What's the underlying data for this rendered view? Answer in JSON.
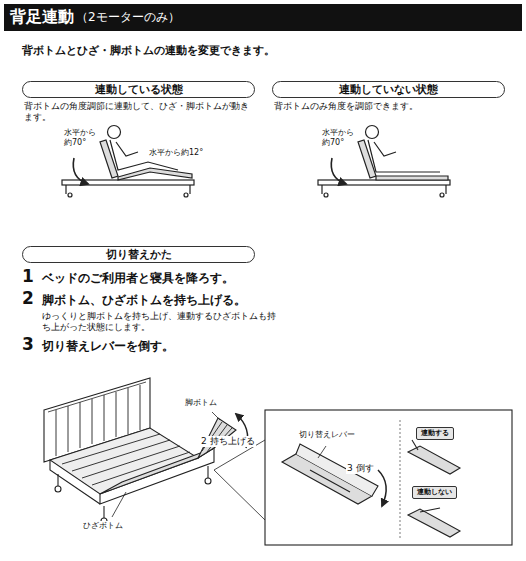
{
  "diagram": {
    "title": "背足連動",
    "nodes": [
      {
        "text": [
          "連動している状態"
        ]
      },
      {
        "text": [
          "連動していない状態"
        ]
      },
      {
        "text": [
          "切り替えかた"
        ]
      },
      {
        "text": [
          "連動する"
        ]
      },
      {
        "text": [
          "連動しない"
        ]
      }
    ],
    "labels": [
      "（2モーターのみ）",
      "背ボトムとひざ・脚ボトムの連動を変更できます。",
      "背ボトムの角度調節に連動して、ひざ・脚ボトムが動きます。",
      "水平から約70°",
      "水平から約12°",
      "背ボトムのみ角度を調節できます。",
      "水平から約70°",
      "1",
      "ベッドのご利用者と寝具を降ろす。",
      "2",
      "脚ボトム、ひざボトムを持ち上げる。",
      "ゆっくりと脚ボトムを持ち上げ、連動するひざボトムも持ち上がった状態にします。",
      "3",
      "切り替えレバーを倒す。",
      "脚ボトム",
      "2 持ち上げる",
      "ひざボトム",
      "切り替えレバー",
      "3 倒す"
    ]
  }
}
